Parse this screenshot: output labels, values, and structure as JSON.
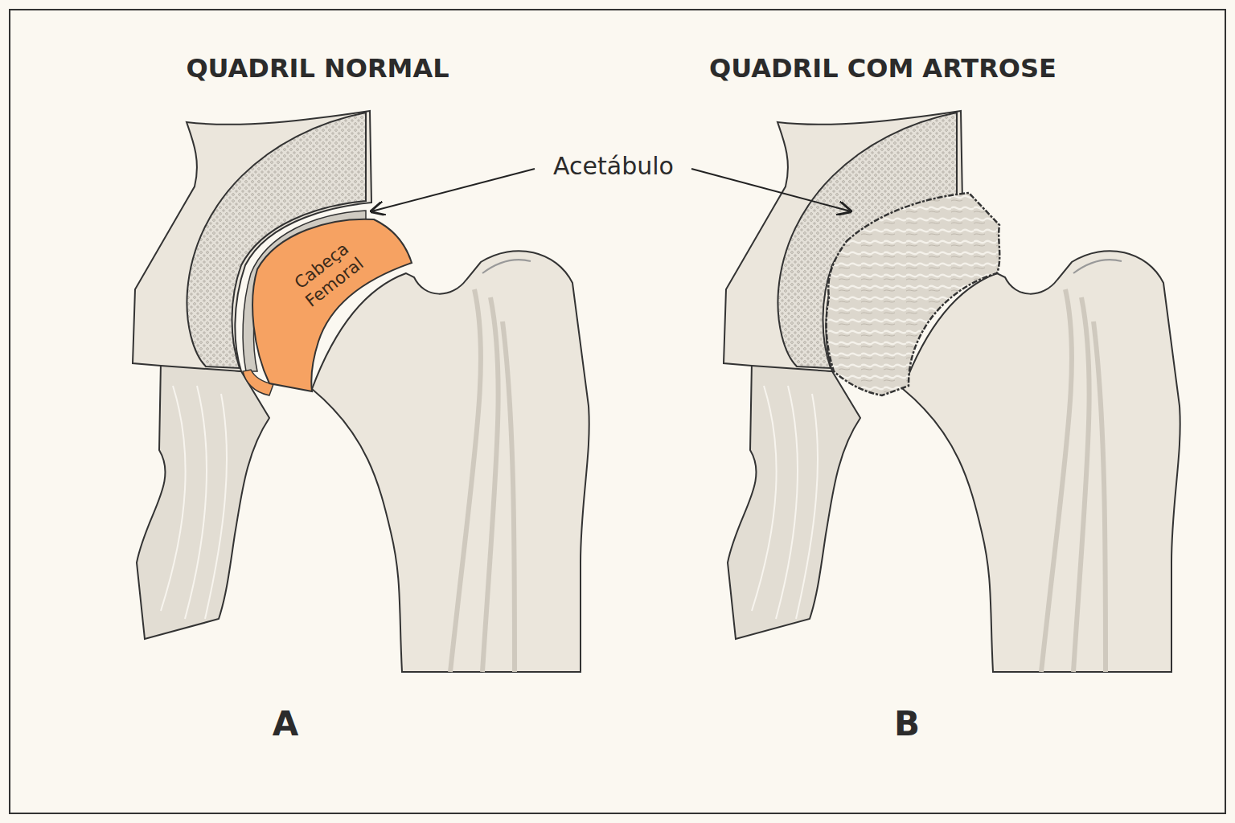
{
  "diagram": {
    "nodes": [
      {
        "text": [
          "Cabeça Femoral"
        ]
      }
    ],
    "labels": [
      "QUADRIL NORMAL",
      "QUADRIL COM ARTROSE",
      "Acetábulo",
      "A",
      "B"
    ]
  }
}
